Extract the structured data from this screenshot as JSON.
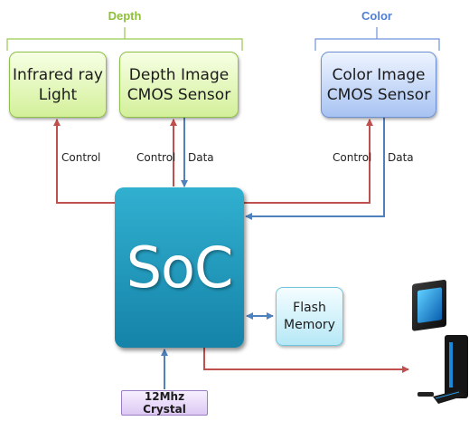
{
  "groups": {
    "depth": {
      "title": "Depth",
      "color": "#8dbf3a"
    },
    "color": {
      "title": "Color",
      "color": "#4f7fd6"
    }
  },
  "nodes": {
    "infrared": {
      "label": "Infrared ray\nLight"
    },
    "depth_sensor": {
      "label": "Depth Image\nCMOS Sensor"
    },
    "color_sensor": {
      "label": "Color Image\nCMOS Sensor"
    },
    "soc": {
      "label": "SoC"
    },
    "flash": {
      "label": "Flash\nMemory"
    },
    "crystal": {
      "label": "12Mhz Crystal"
    },
    "computer": {
      "icon": "desktop-computer-icon"
    }
  },
  "edges": {
    "control_infrared": "Control",
    "control_depth": "Control",
    "data_depth": "Data",
    "control_color": "Control",
    "data_color": "Data"
  },
  "colors": {
    "control_line": "#c0504d",
    "data_line": "#4f81bd"
  }
}
